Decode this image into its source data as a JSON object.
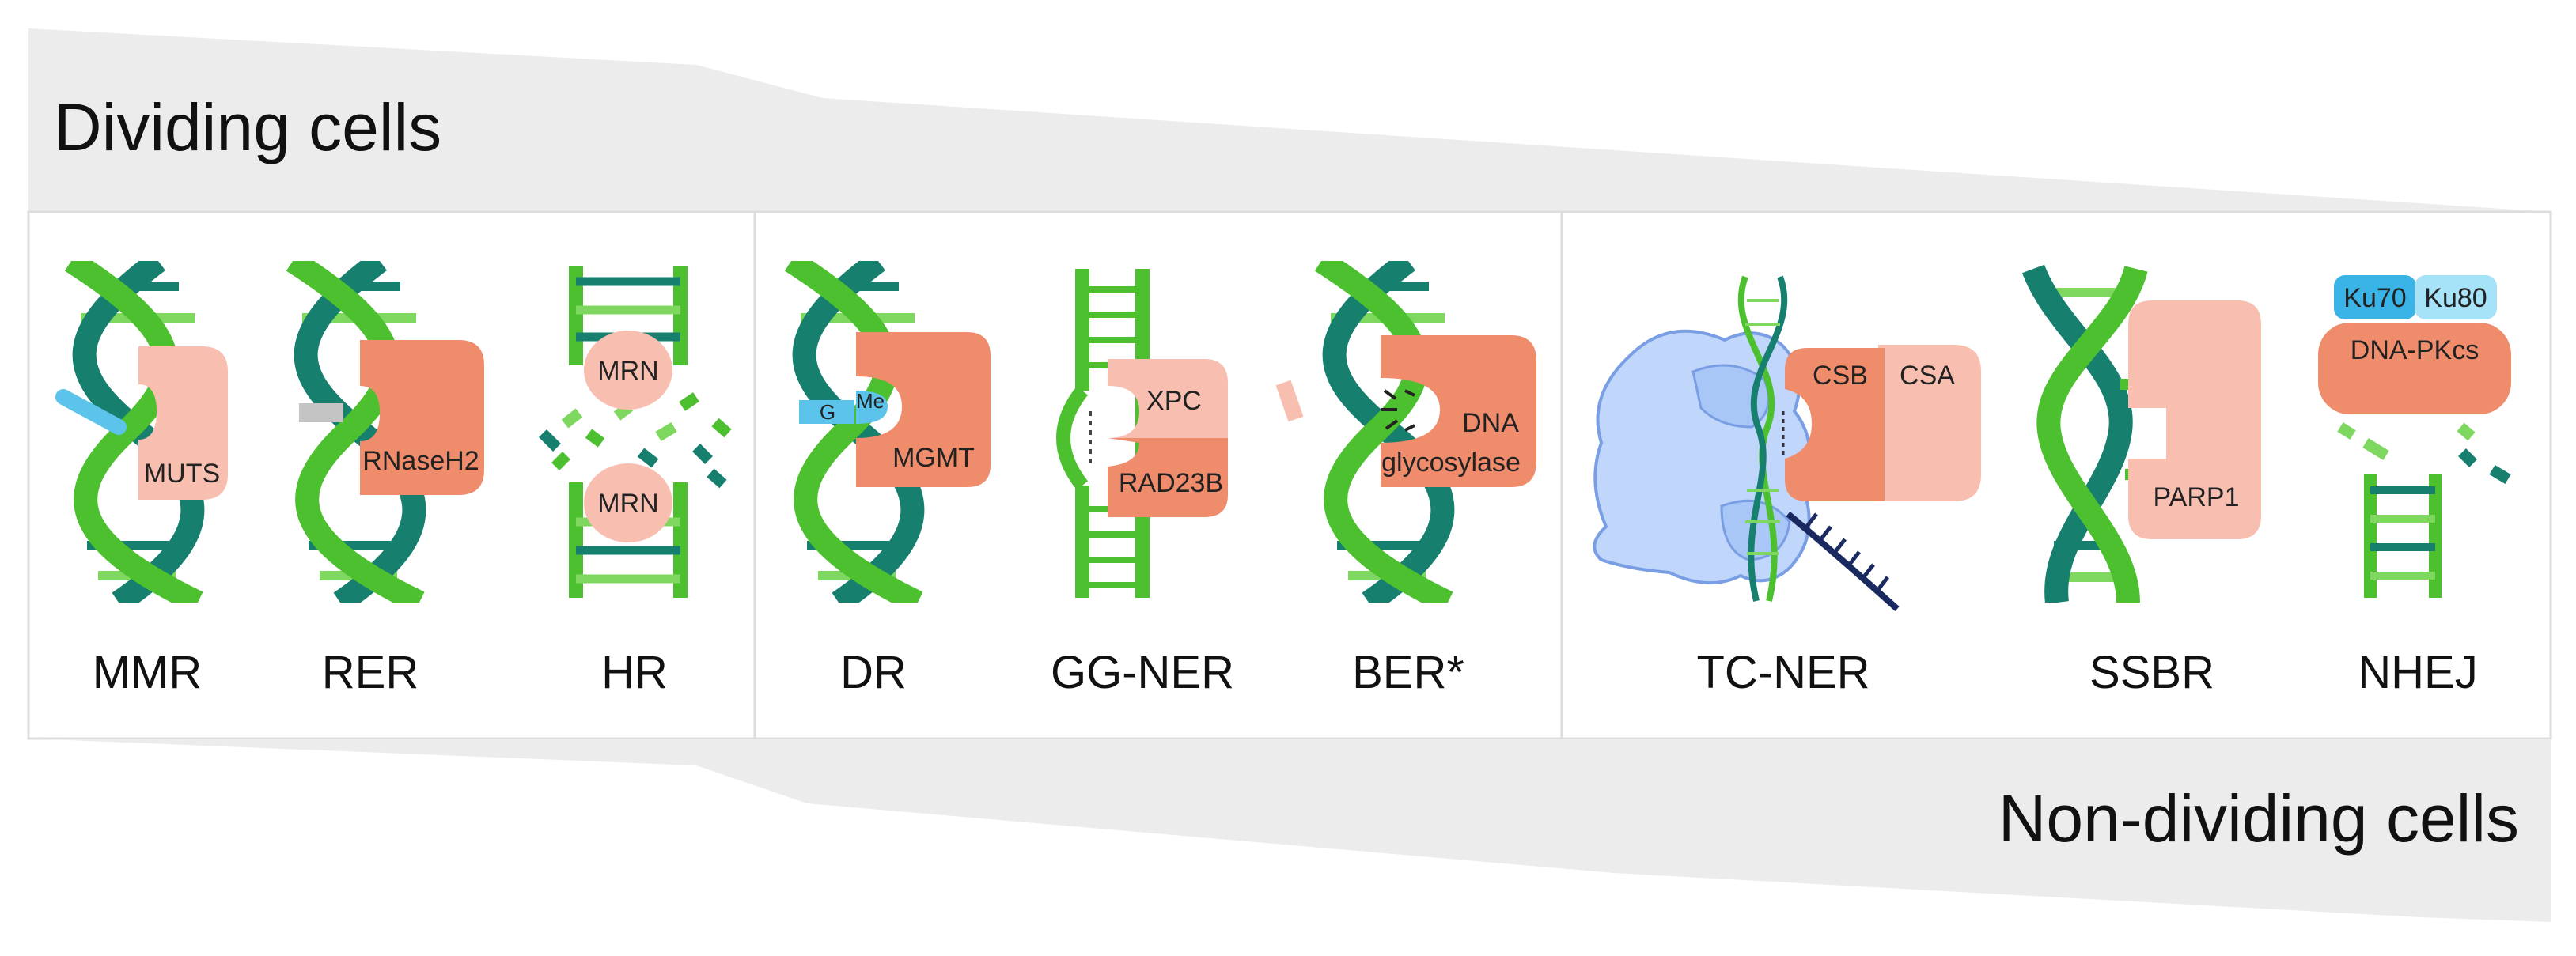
{
  "dividing": {
    "label": "Dividing cells"
  },
  "nondividing": {
    "label": "Non-dividing cells"
  },
  "colors": {
    "dna_light": "#4cc02e",
    "dna_dark": "#167f6e",
    "dna_pale": "#7ed860",
    "salmon": "#ef8c6c",
    "pink": "#f8bfb0",
    "blue_lesion": "#5cc4ea",
    "grey_band": "#ececec",
    "rnap_blue": "#c0d6fa",
    "rnap_outline": "#7a9ee4",
    "rna_navy": "#1a2a60",
    "ku_blue": "#3ab4e6",
    "ku_pale": "#a6e2f8"
  },
  "pathways": [
    {
      "name": "MMR",
      "proteins": [
        "MUTS"
      ]
    },
    {
      "name": "RER",
      "proteins": [
        "RNaseH2"
      ]
    },
    {
      "name": "HR",
      "proteins": [
        "MRN",
        "MRN"
      ]
    },
    {
      "name": "DR",
      "proteins": [
        "MGMT"
      ],
      "marks": [
        "G",
        "Me"
      ]
    },
    {
      "name": "GG-NER",
      "proteins": [
        "XPC",
        "RAD23B"
      ]
    },
    {
      "name": "BER*",
      "proteins": [
        "DNA",
        "glycosylase"
      ]
    },
    {
      "name": "TC-NER",
      "proteins": [
        "CSB",
        "CSA"
      ]
    },
    {
      "name": "SSBR",
      "proteins": [
        "PARP1"
      ]
    },
    {
      "name": "NHEJ",
      "proteins": [
        "Ku70",
        "Ku80",
        "DNA-PKcs"
      ]
    }
  ]
}
